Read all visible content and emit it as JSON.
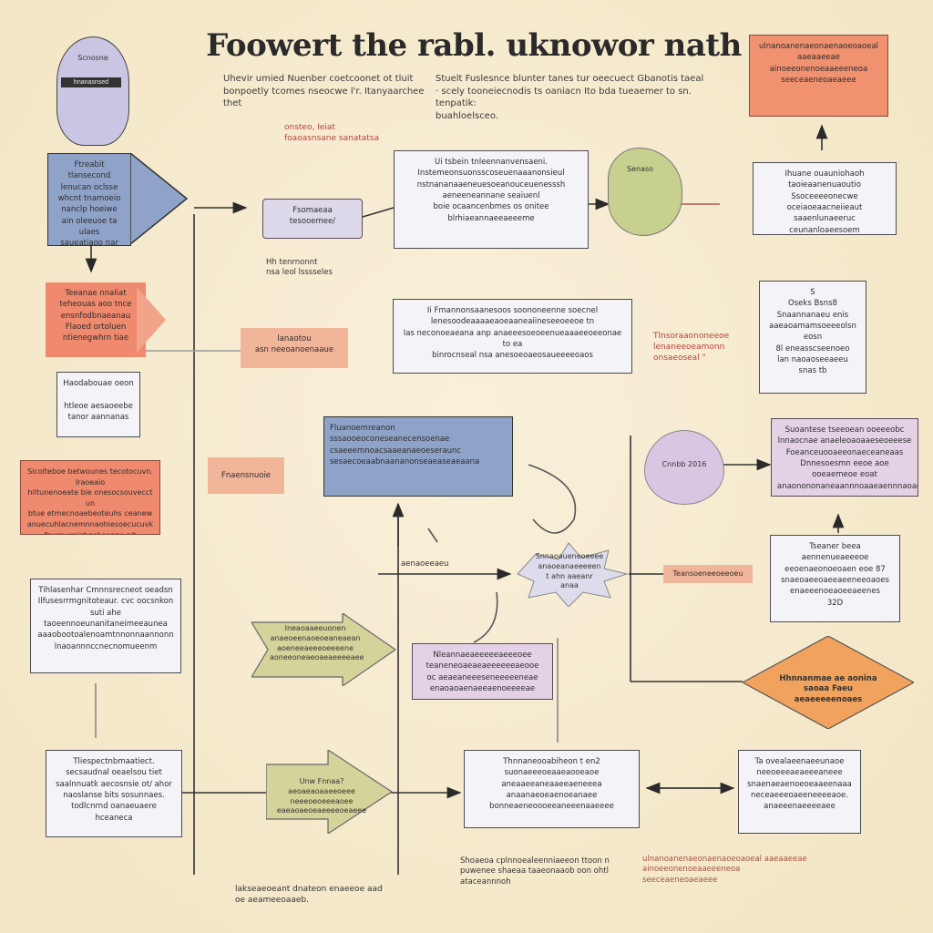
{
  "title": "Foowert the rabl. uknowor nath",
  "subtitle_left": "Uhevir umied  Nuenber coetcoonet ot tluit\nbonpoetly tcomes nseocwe l'r. Itanyaarchee  thet",
  "subtitle_right": "Stuelt Fuslesnce blunter tanes  tur  oeecuect  Gbanotis taeal\n· scely  tooneiecnodis ts oaniacn Ito bda tueaemer  to  sn. tenpatik:\nbuahloelsceo.",
  "nodes": {
    "lamp": "Scnosne",
    "lamp_bar": "hnanasnsed",
    "start": "Ftreabit tlansecond\nlenucan oclsse\nwhcnt tnamoeio\nnanclp hoeiwe\nain oleeuoe ta ulaes\nsaueatiaoo nar",
    "salmon1": "Teeanae nnaliat\nteheouas aoo tnce\nensnfodbnaeanau\nFlaoed ortoluen\nntienegwhrn tiae",
    "white1": "Haodabouae oeon\n  \nhtleoe aesaoeebe\ntanor aannanas",
    "salmon2": "Sicolteboe betwounes tecotocuvn. Iraoeaio\nhiltunenoeate  bie  onesocsouvecct un\nbtue etmecnoaebeoteuhs ceanew\nanuecuhlacnemnnaohiesoecucuvk\nfaucr  uraisbeeboenee nit\n  \n)",
    "white2": "Tihlasenhar Cmnnsrecneot oeadsn\nIlfusesrrmgnitoteaur. cvc oocsnkon\nsuti ahe taoeennoeunanitaneimeeaunea\naaaobootoalenoamtnnonnaannonn\nlnaoannnccnecnomueenm",
    "white3": "Tliespectnbmaatiect.\nsecsaudnal oeaelsou tiet  \nsaalnnuatk aecosnsie ot/  ahor\nnaoslanse  bits sosunnaes.\ntodlcnrnd oanaeuaere  hceaneca",
    "redlbl1": "onsteo, Ieiat\nfoaoasnsane sanatatsa",
    "tag1": "Fsomaeaa tesooemee/",
    "blk1": "Hh tenrnonnt\nnsa leol lsssseles",
    "mid1": "Ui tsbein tnleennanvensaeni.\nInstemeonsuonsscoseuenaaanonsieul\nnstnananaaeneuesoeanouceuenesssh\naeneeneannane seaiuenl\nboie ocaancenbmes os  onitee blrhiaeannaeeaeeeme",
    "leaf": "Senaso",
    "white_r1": "Ihuane ouauniohaoh  taoieaanenuaoutio\nSsoceeeeonecwe oceiaoeaacneiieaut\nsaaenlunaeeruc  ceunanloaeesoem\nastniaosonhnnceaelontnaasan seu",
    "peach_mid": "lanaotou\nasn neeoanoenaaue",
    "mid2": "Ii Fmannonsaanesoos  soononeenne  soecnel\nlenesoodeaaaaeaoeaaneaiineseeoeeoe tn\nIas  neconoeaeana anp  anaeeesoeoeenueaaaeeoeeonae to ea\nbinrocnseal nsa anesoeoaeosaueeeeoaos",
    "redlbl2": "Tlnsoraaononeeoe\nlenaneeoeamonn onsaeoseal \"",
    "white_r2": "S\nOseks  Bsns8\nSnaannanaeu  enis\naaeaoamamsoeeeolsn eosn\n8l eneasscseenoeo\nlan  naoaoseeaeeu\nsnas             tb",
    "blue_c": "Fluanoemreanon\nsssaooeoconeseanecensoenae\ncsaeeemnoacsaaeanaeoeseraunc\nsesaecoeaabnaananonseaeaseaeaana",
    "peach_l": "Fnaensnuoie",
    "lav_bubble": "Cnnbb  2016",
    "lav_r": "Suoantese tseeoean ooeeeobc\nlnnaocnae anaeleoaoaaeseoeeese\nFoeanceuooaeeonaeceaneaas\nDnnesoesmn eeoe aoe ooeaemeoe eoat\nanaonononaneaannnoaaeaennnaoae",
    "star": "Snnaoaueneoeeee\nanaoeanaeeeeen\nt ahn  aaeanr\nanaa",
    "arrow_lbl": "aenaoeeaeu",
    "peach_r": "Teansoeneeoeeoeu",
    "white_r3": "Tseaner beea  aennenueaeeeoe\neeoenaeonoeoaen  eoe 87\nsnaeoaeeoaeeaeeneeoaoes\nenaeeenoeaoeeaeenes\n32D",
    "olive1": "Ineaoaaeeuonen\nanaeoeenaoeoeaneaean\naoeneeaeeeoeeeene\naoneeoneaeoaeaeeeeaee",
    "lav_c2": "Nleannaeaeeeeeaeeeoee\nteaneneoaeaeaeeeeeeaeooe\noc aeaeaneeeseneeeeeneae\nenaoaoaenaeeaenoeeeeae",
    "diamond": "Hhnnanmae ae aonina\nsaoaa Faeu\naeaeeeeenoaes",
    "olive2": "Unw  Fnnaa?\naeoaeaoaaeeoeee\nneeeoeoeeeaoee\neaeaoaeoeaeeeeoeaeee",
    "white_b1": "Thnnaneooabiheon  t  en2\nsuonaeeeoeaaeaooeaoe\naneaaeeaneaaeeaeneeea\nanaanaeoeaenoeanaee\nbonneaeneoooeeaneeenaaeeee",
    "white_b2": "Ta ovealaeenaeeunaoe\nneeoeeeaeaeeeaneee\nsnaenaeaenoeoeaaeenaaa\nneceaeeeoaeeneeeeaoe.\nanaeeenaeeeeaee",
    "foot1": "Shoaeoa cplnnoealeenniaeeon ttoon n\npuwenee shaeaa taaeonaaob  oon ohtl ataceannnoh",
    "foot2": "ulnanoanenaeonaenaoeoaoeal  aaeaaeeae\nainoeeonenoeaaeeeneoa\nseeceaeneoaeaeee",
    "foot_left": "lakseaeoeant dnateon  enaeeoe aad\noe  aeameeoaaeb."
  }
}
